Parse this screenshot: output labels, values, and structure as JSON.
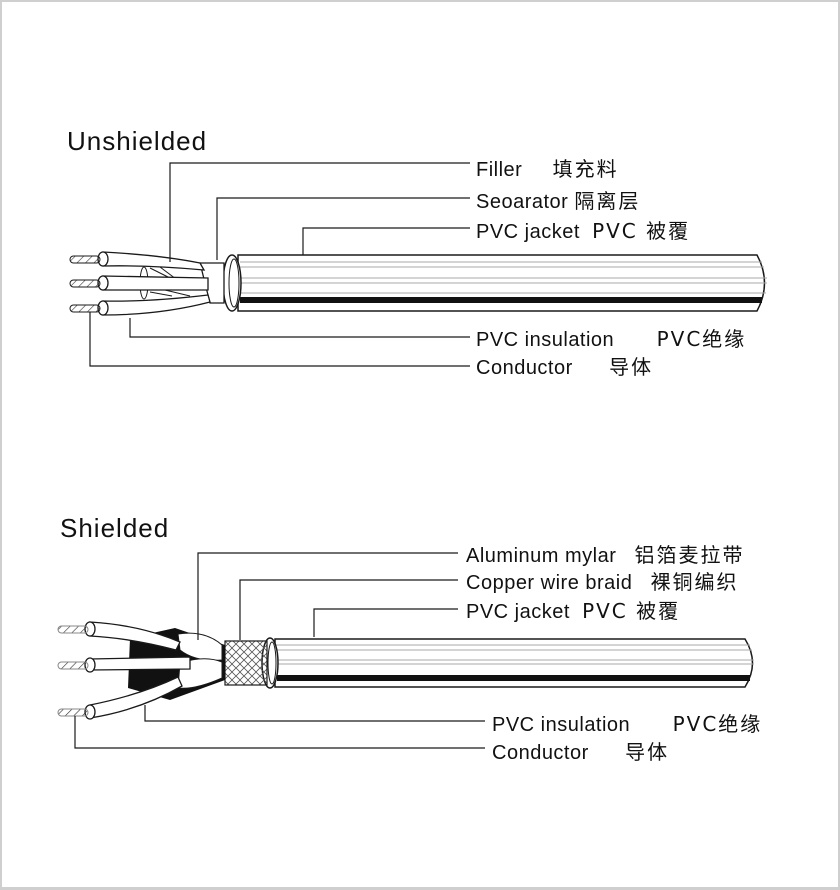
{
  "diagram": {
    "type": "cable cross-section illustration",
    "colors": {
      "line": "#1a1a1a",
      "stripe": "#111111",
      "sheath": "#f4f4f4",
      "background": "#ffffff"
    }
  },
  "unshielded": {
    "title": "Unshielded",
    "labels": [
      {
        "en": "Filler",
        "cn": "填充料"
      },
      {
        "en": "Seoarator",
        "cn": "隔离层"
      },
      {
        "en": "PVC jacket",
        "cn": "PVC 被覆"
      },
      {
        "en": "PVC insulation",
        "cn": "PVC绝缘"
      },
      {
        "en": "Conductor",
        "cn": "导体"
      }
    ]
  },
  "shielded": {
    "title": "Shielded",
    "labels": [
      {
        "en": "Aluminum mylar",
        "cn": "铝箔麦拉带"
      },
      {
        "en": "Copper wire braid",
        "cn": "裸铜编织"
      },
      {
        "en": "PVC jacket",
        "cn": "PVC 被覆"
      },
      {
        "en": "PVC insulation",
        "cn": "PVC绝缘"
      },
      {
        "en": "Conductor",
        "cn": "导体"
      }
    ]
  }
}
